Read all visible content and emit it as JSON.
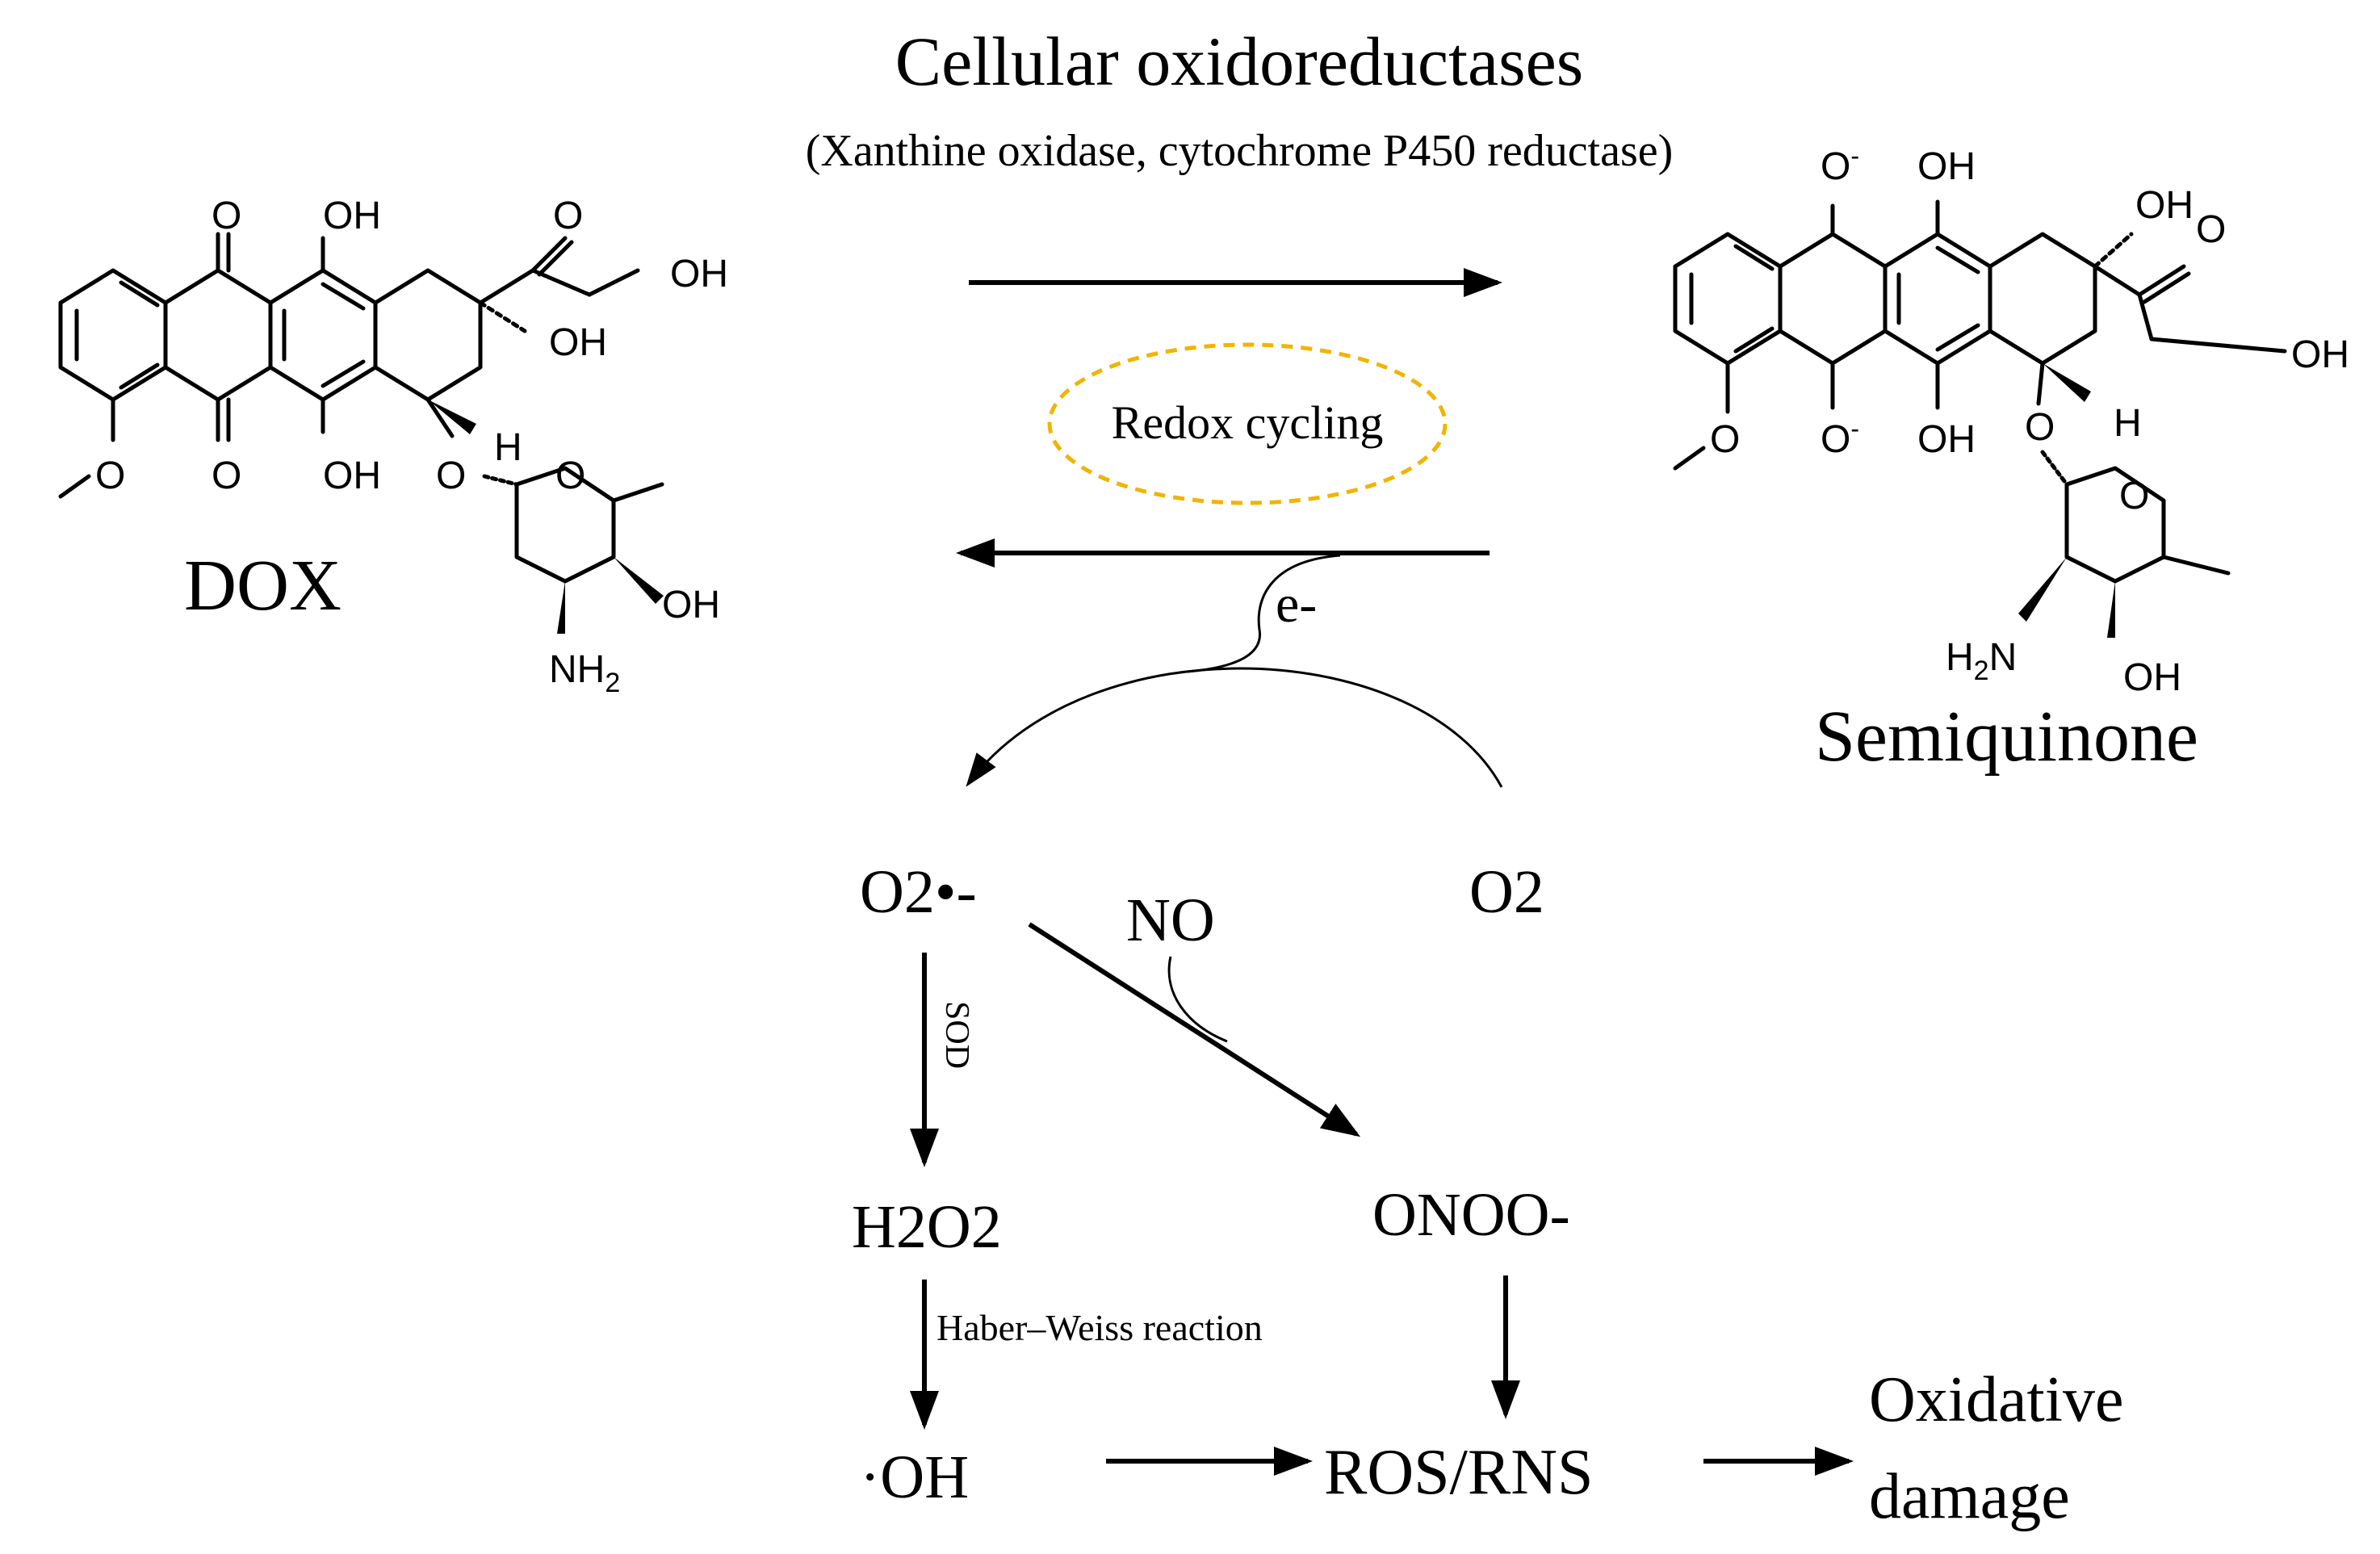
{
  "enzyme": {
    "title": "Cellular oxidoreductases",
    "subtitle": "(Xanthine oxidase, cytochrome P450 reductase)"
  },
  "cycle": {
    "label": "Redox cycling",
    "electron": "e-",
    "ellipse_color": "#f2b400"
  },
  "molecules": {
    "dox": {
      "name": "DOX",
      "atoms": {
        "o_top": "O",
        "oh_top": "OH",
        "o_keto": "O",
        "oh_ch2": "OH",
        "oh_ring": "OH",
        "o_bottom": "O",
        "oh_bottom": "OH",
        "o_glyco": "O",
        "h_stereo": "H",
        "o_methoxy": "O",
        "o_sugar": "O",
        "oh_sugar": "OH",
        "nh2": "NH",
        "nh2_sub": "2"
      }
    },
    "semiquinone": {
      "name": "Semiquinone",
      "atoms": {
        "o_top": "O",
        "o_top_charge": "-",
        "oh_top": "OH",
        "oh_ring": "OH",
        "o_keto": "O",
        "oh_ch2": "OH",
        "o_methoxy": "O",
        "o_bottom": "O",
        "o_bottom_charge": "-",
        "oh_bottom": "OH",
        "o_glyco": "O",
        "h_stereo": "H",
        "o_sugar": "O",
        "h2n_h": "H",
        "h2n_sub": "2",
        "h2n_n": "N",
        "oh_sugar": "OH"
      }
    }
  },
  "species": {
    "superoxide": "O2•-",
    "oxygen": "O2",
    "no": "NO",
    "h2o2": "H2O2",
    "peroxynitrite": "ONOO-",
    "hydroxyl": "·OH",
    "ros_rns": "ROS/RNS",
    "damage_line1": "Oxidative",
    "damage_line2": "damage"
  },
  "reactions": {
    "sod": "SOD",
    "haber_weiss": "Haber–Weiss reaction"
  }
}
